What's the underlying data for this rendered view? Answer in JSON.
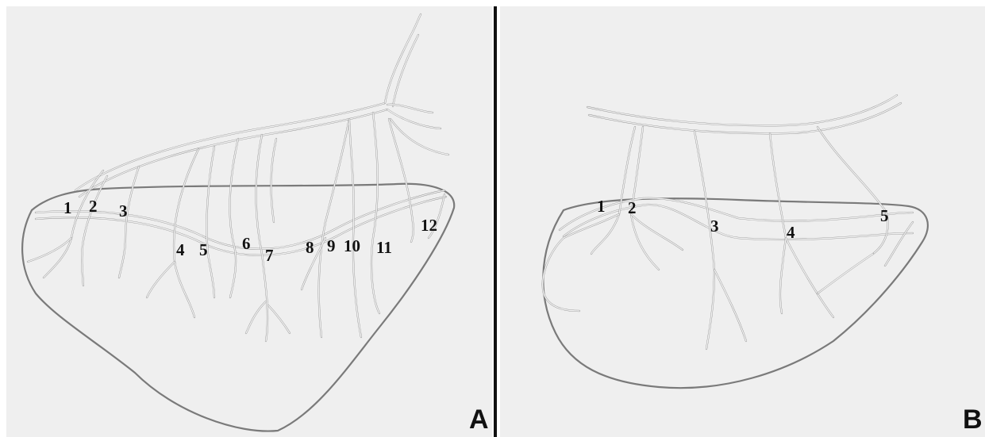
{
  "panel_a": {
    "letter": "A",
    "labels": [
      "1",
      "2",
      "3",
      "4",
      "5",
      "6",
      "7",
      "8",
      "9",
      "10",
      "11",
      "12"
    ]
  },
  "panel_b": {
    "letter": "B",
    "labels": [
      "1",
      "2",
      "3",
      "4",
      "5"
    ]
  }
}
